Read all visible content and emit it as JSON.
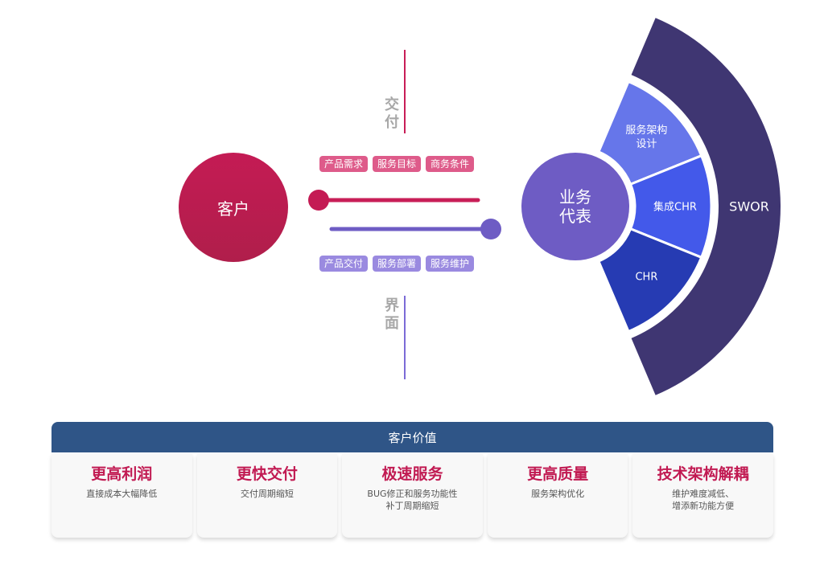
{
  "customer": {
    "label": "客户",
    "color": "#c01b52"
  },
  "delivery_label": "交付\n",
  "delivery_label_chars": [
    "交",
    "付"
  ],
  "interface_label_chars": [
    "界",
    "面"
  ],
  "top_tags": [
    "产品需求",
    "服务目标",
    "商务条件"
  ],
  "bottom_tags": [
    "产品交付",
    "服务部署",
    "服务维护"
  ],
  "business_rep": {
    "line1": "业务",
    "line2": "代表",
    "color": "#6e5cc4"
  },
  "fan": {
    "outer": {
      "label": "SWOR",
      "color": "#3f3672"
    },
    "segments": [
      {
        "label_line1": "服务架构",
        "label_line2": "设计",
        "color": "#6676ea"
      },
      {
        "label_line1": "集成CHR",
        "label_line2": "",
        "color": "#4359ea"
      },
      {
        "label_line1": "CHR",
        "label_line2": "",
        "color": "#263bb3"
      }
    ]
  },
  "value_panel": {
    "header": "客户价值",
    "cards": [
      {
        "title": "更高利润",
        "desc": "直接成本大幅降低"
      },
      {
        "title": "更快交付",
        "desc": "交付周期缩短"
      },
      {
        "title": "极速服务",
        "desc": "BUG修正和服务功能性\n补丁周期缩短"
      },
      {
        "title": "更高质量",
        "desc": "服务架构优化"
      },
      {
        "title": "技术架构解耦",
        "desc": "维护难度减低、\n增添新功能方便"
      }
    ]
  }
}
